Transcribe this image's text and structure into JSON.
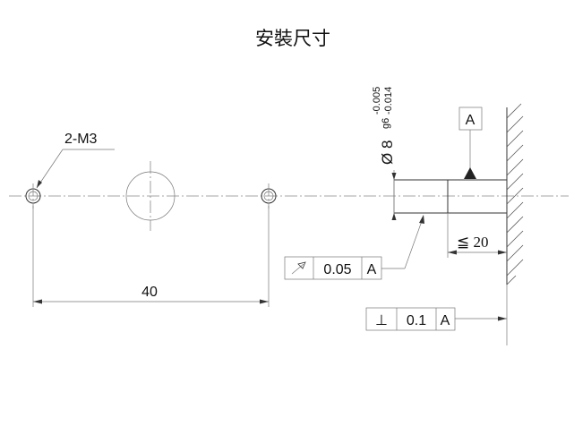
{
  "title": "安裝尺寸",
  "labels": {
    "holes": "2-M3",
    "spacing": "40",
    "diameter_symbol": "Ø 8",
    "fit": "g6",
    "tol_upper": "-0.005",
    "tol_lower": "-0.014",
    "datum": "A",
    "length": "≦ 20"
  },
  "fcf_runout": {
    "symbol": "runout",
    "value": "0.05",
    "datum": "A"
  },
  "fcf_perp": {
    "symbol": "⊥",
    "value": "0.1",
    "datum": "A"
  }
}
